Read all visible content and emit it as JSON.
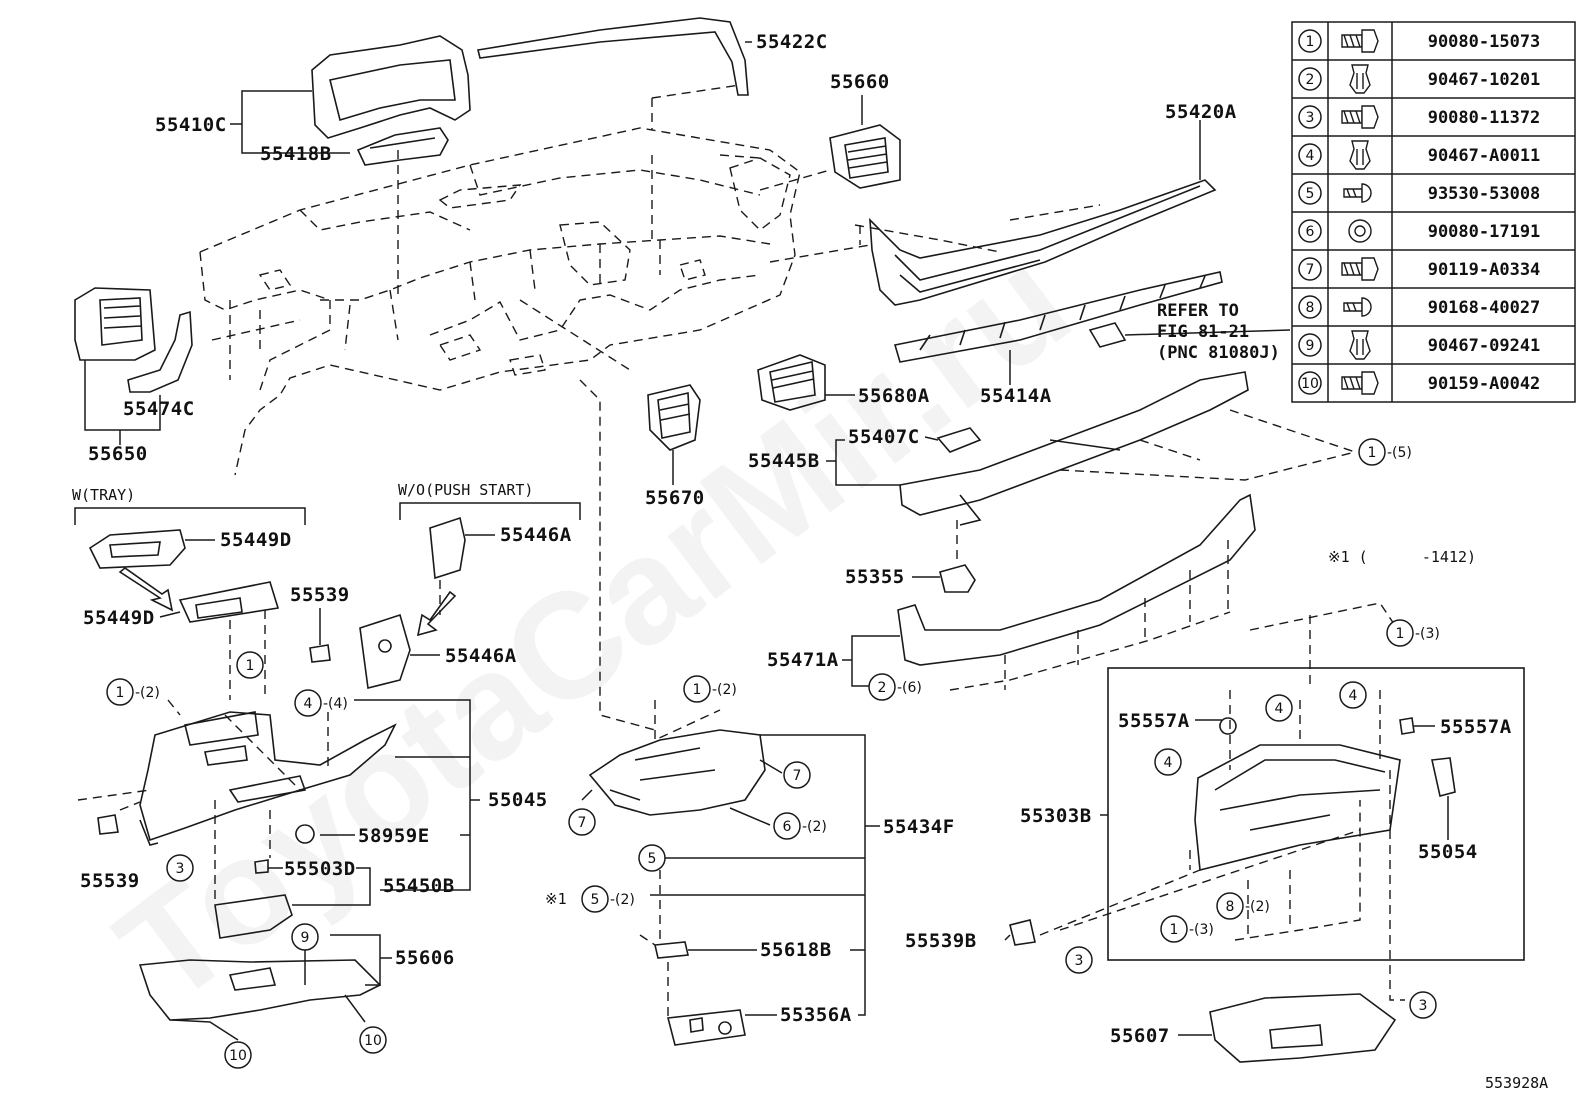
{
  "watermark": "ToyotaCarMir.ru",
  "figure_code": "553928A",
  "fastener_table": [
    {
      "no": "1",
      "part": "90080-15073",
      "icon": "bolt-icon"
    },
    {
      "no": "2",
      "part": "90467-10201",
      "icon": "clip-icon"
    },
    {
      "no": "3",
      "part": "90080-11372",
      "icon": "bolt-icon"
    },
    {
      "no": "4",
      "part": "90467-A0011",
      "icon": "clip-icon"
    },
    {
      "no": "5",
      "part": "93530-53008",
      "icon": "screw-icon"
    },
    {
      "no": "6",
      "part": "90080-17191",
      "icon": "nut-icon"
    },
    {
      "no": "7",
      "part": "90119-A0334",
      "icon": "bolt-icon"
    },
    {
      "no": "8",
      "part": "90168-40027",
      "icon": "screw-icon"
    },
    {
      "no": "9",
      "part": "90467-09241",
      "icon": "clip-icon"
    },
    {
      "no": "10",
      "part": "90159-A0042",
      "icon": "bolt-icon"
    }
  ],
  "notes": {
    "with_tray": "W(TRAY)",
    "without_push_start": "W/O(PUSH START)",
    "refer_1": "REFER TO",
    "refer_2": "FIG 81-21",
    "refer_3": "(PNC 81080J)",
    "footnote_mark": "※1",
    "footnote_range": "※1 (      -1412)"
  },
  "part_labels": {
    "p55422C": "55422C",
    "p55410C": "55410C",
    "p55418B": "55418B",
    "p55660": "55660",
    "p55420A": "55420A",
    "p55474C": "55474C",
    "p55650": "55650",
    "p55680A": "55680A",
    "p55414A": "55414A",
    "p55407C": "55407C",
    "p55445B": "55445B",
    "p55670": "55670",
    "p55449D_top": "55449D",
    "p55446A_top": "55446A",
    "p55449D_low": "55449D",
    "p55539_top": "55539",
    "p55355": "55355",
    "p55446A_low": "55446A",
    "p55471A": "55471A",
    "p55045": "55045",
    "p58959E": "58959E",
    "p55539_low": "55539",
    "p55503D": "55503D",
    "p55450B": "55450B",
    "p55434F": "55434F",
    "p55618B": "55618B",
    "p55356A": "55356A",
    "p55606": "55606",
    "p55557A_left": "55557A",
    "p55557A_right": "55557A",
    "p55303B": "55303B",
    "p55054": "55054",
    "p55539B": "55539B",
    "p55607": "55607"
  },
  "callouts": {
    "c1_5": {
      "n": "1",
      "qty": "-(5)"
    },
    "c1_3_top": {
      "n": "1",
      "qty": "-(3)"
    },
    "c2_6": {
      "n": "2",
      "qty": "-(6)"
    },
    "c1_2_left": {
      "n": "1",
      "qty": "-(2)"
    },
    "c1_single": {
      "n": "1",
      "qty": ""
    },
    "c4_4": {
      "n": "4",
      "qty": "-(4)"
    },
    "c3_left": {
      "n": "3",
      "qty": ""
    },
    "c9": {
      "n": "9",
      "qty": ""
    },
    "c10_a": {
      "n": "10",
      "qty": ""
    },
    "c10_b": {
      "n": "10",
      "qty": ""
    },
    "c1_2_mid": {
      "n": "1",
      "qty": "-(2)"
    },
    "c7_right": {
      "n": "7",
      "qty": ""
    },
    "c7_left": {
      "n": "7",
      "qty": ""
    },
    "c6_2": {
      "n": "6",
      "qty": "-(2)"
    },
    "c5_a": {
      "n": "5",
      "qty": ""
    },
    "c5_2": {
      "n": "5",
      "qty": "-(2)"
    },
    "c4_a": {
      "n": "4",
      "qty": ""
    },
    "c4_b": {
      "n": "4",
      "qty": ""
    },
    "c4_c": {
      "n": "4",
      "qty": ""
    },
    "c8_2": {
      "n": "8",
      "qty": "-(2)"
    },
    "c1_3_low": {
      "n": "1",
      "qty": "-(3)"
    },
    "c3_a": {
      "n": "3",
      "qty": ""
    },
    "c3_b": {
      "n": "3",
      "qty": ""
    }
  }
}
